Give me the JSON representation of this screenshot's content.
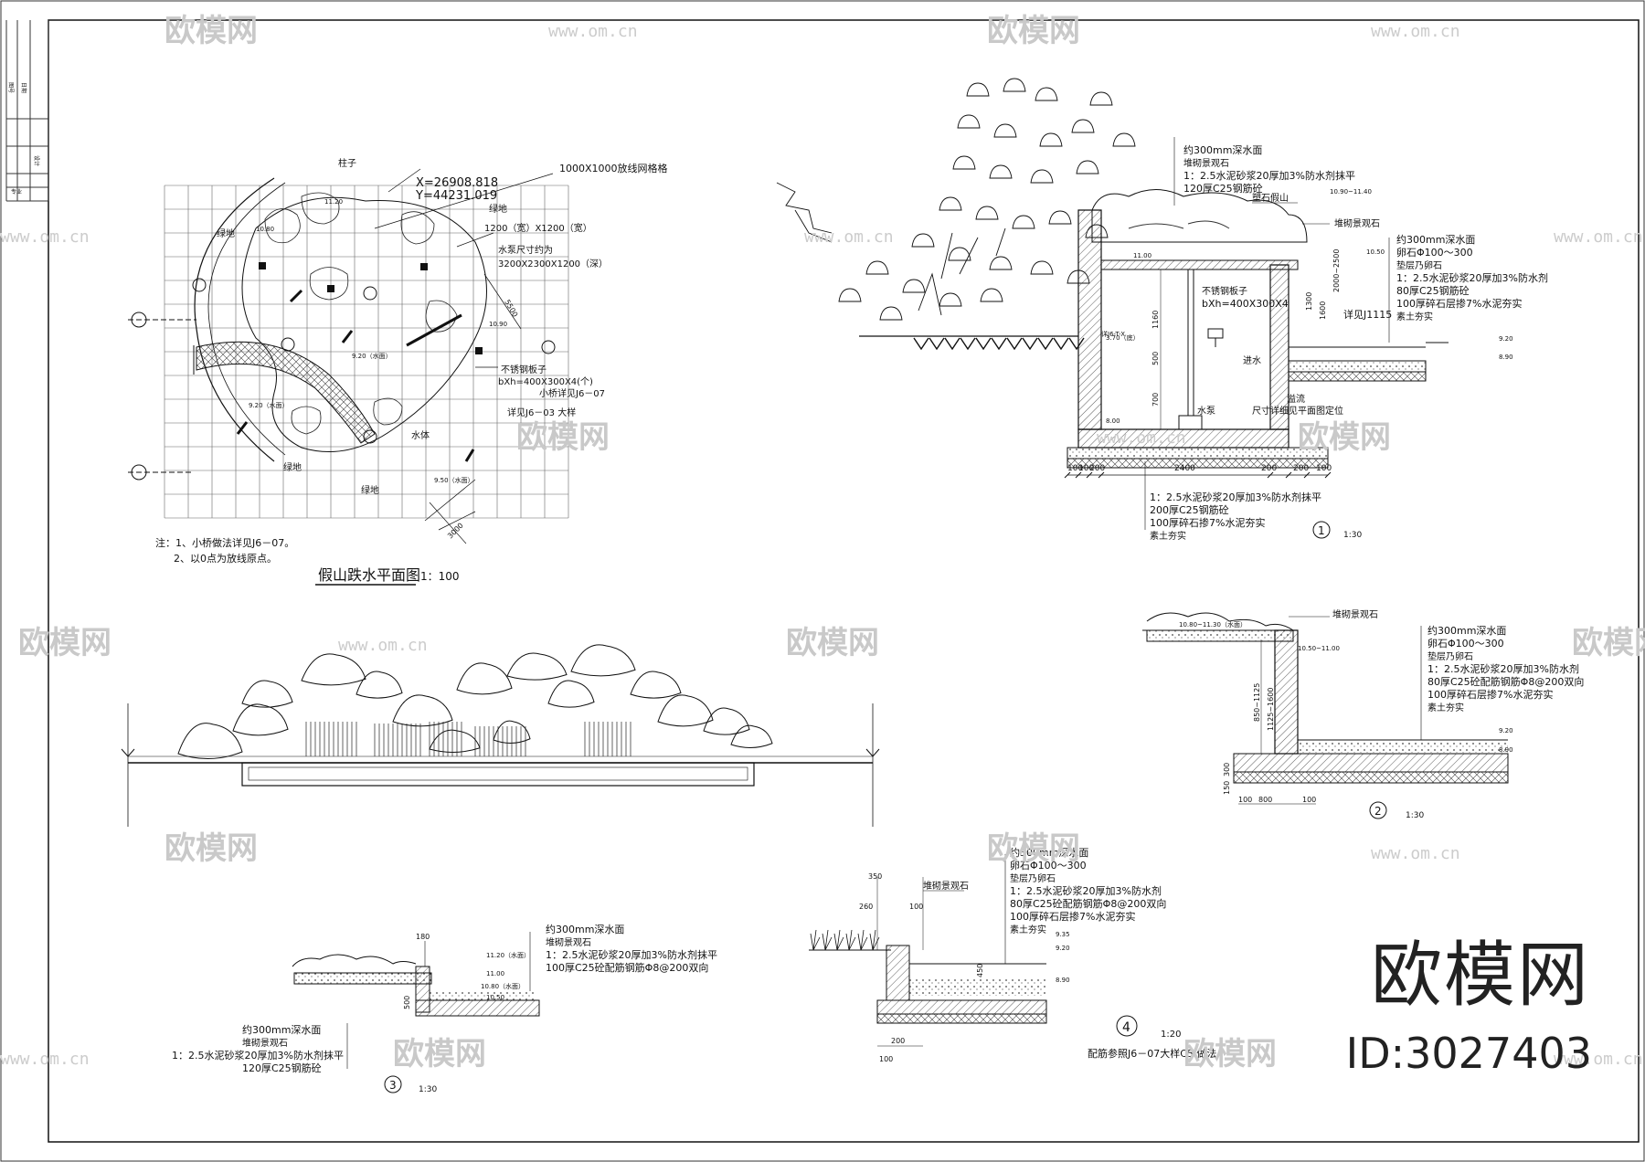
{
  "plan": {
    "title": "假山跌水平面图",
    "scale": "1：100",
    "grid_label": "1000X1000放线网格格",
    "coord_x": "X=26908.818",
    "coord_y": "Y=44231.019",
    "pillar": "柱子",
    "green1": "绿地",
    "green2": "绿地",
    "green3": "绿地",
    "green4": "绿地",
    "pond_size": "1200（宽）X1200（宽）",
    "pump_note": "水泵尺寸约为",
    "pump_dim": "3200X2300X1200（深）",
    "steel_plate": "不锈钢板子",
    "plate_dim": "bXh=400X300X4(个)",
    "bridge_ref": "小桥详见J6－07",
    "detail_ref": "详见J6－03  大样",
    "water_body": "水体",
    "notes": [
      "注：1、小桥做法详见J6－07。",
      "2、以0点为放线原点。"
    ],
    "elev_a": "11.20",
    "elev_b": "9.20（水面）",
    "elev_c": "9.20（水面）",
    "elev_d": "10.80",
    "elev_e": "10.90",
    "elev_f": "9.50（水面）",
    "dim_a": "5500",
    "dim_b": "3000"
  },
  "section1": {
    "labels": [
      "约300mm深水面",
      "堆砌景观石",
      "1：2.5水泥砂浆20厚加3%防水剂抹平",
      "120厚C25钢筋砼"
    ],
    "rock_label": "塑石假山",
    "stone_label": "堆砌景观石",
    "right_labels": [
      "约300mm深水面",
      "卵石Φ100～300",
      "垫层乃卵石",
      "1：2.5水泥砂浆20厚加3%防水剂",
      "80厚C25钢筋砼",
      "100厚碎石层掺7%水泥夯实",
      "素土夯实"
    ],
    "bottom_labels": [
      "1：2.5水泥砂浆20厚加3%防水剂抹平",
      "200厚C25钢筋砼",
      "100厚碎石掺7%水泥夯实",
      "素土夯实"
    ],
    "steel": "不锈钢板子",
    "steel_dim": "bXh=400X300X4",
    "pipe_ref": "详见J1115",
    "pump": "水泵",
    "size_note": "尺寸详细见平面图定位",
    "inlet": "进水",
    "ref1": "详J6-T-X",
    "drain": "溢流",
    "dims": [
      "100",
      "100",
      "200",
      "2400",
      "200",
      "200",
      "100"
    ],
    "vdims": [
      "1160",
      "500",
      "700",
      "1300",
      "1600",
      "2000~2500"
    ],
    "elevs": [
      "10.90~11.40",
      "10.50",
      "9.20",
      "8.90",
      "8.00",
      "3.70（底）",
      "11.00"
    ],
    "num": "1",
    "scale": "1:30"
  },
  "section2": {
    "label_top": "堆砌景观石",
    "labels": [
      "约300mm深水面",
      "卵石Φ100～300",
      "垫层乃卵石",
      "1：2.5水泥砂浆20厚加3%防水剂",
      "80厚C25砼配筋钢筋Φ8@200双向",
      "100厚碎石层掺7%水泥夯实",
      "素土夯实"
    ],
    "elevs": [
      "10.80~11.30（水面）",
      "10.50~11.00",
      "9.20",
      "8.90"
    ],
    "vdims": [
      "850~1125",
      "1125~1600",
      "150",
      "300"
    ],
    "dims": [
      "100",
      "800",
      "100"
    ],
    "num": "2",
    "scale": "1:30"
  },
  "section3": {
    "labels_top": [
      "约300mm深水面",
      "堆砌景观石",
      "1：2.5水泥砂浆20厚加3%防水剂抹平",
      "100厚C25砼配筋钢筋Φ8@200双向"
    ],
    "labels_bottom": [
      "约300mm深水面",
      "堆砌景观石",
      "1：2.5水泥砂浆20厚加3%防水剂抹平",
      "120厚C25钢筋砼"
    ],
    "elevs": [
      "11.20（水面）",
      "11.00",
      "10.80（水面）",
      "10.50"
    ],
    "dims": [
      "180",
      "500"
    ],
    "num": "3",
    "scale": "1:30"
  },
  "section4": {
    "stone": "堆砌景观石",
    "labels": [
      "约300mm深水面",
      "卵石Φ100～300",
      "垫层乃卵石",
      "1：2.5水泥砂浆20厚加3%防水剂",
      "80厚C25砼配筋钢筋Φ8@200双向",
      "100厚碎石层掺7%水泥夯实",
      "素土夯实"
    ],
    "dims": [
      "350",
      "260",
      "100",
      "200",
      "100"
    ],
    "vdims": [
      "450"
    ],
    "elevs": [
      "9.35",
      "9.20",
      "8.90"
    ],
    "num": "4",
    "scale": "1:20",
    "ref": "配筋参照J6－07大样C5  做法"
  },
  "watermark": {
    "brand": "欧模网",
    "url": "www.om.cn",
    "logo": "欧模网",
    "id": "ID:3027403"
  },
  "titleblock": {
    "rows": [
      "图号",
      "日期",
      "设计",
      "专业"
    ]
  }
}
